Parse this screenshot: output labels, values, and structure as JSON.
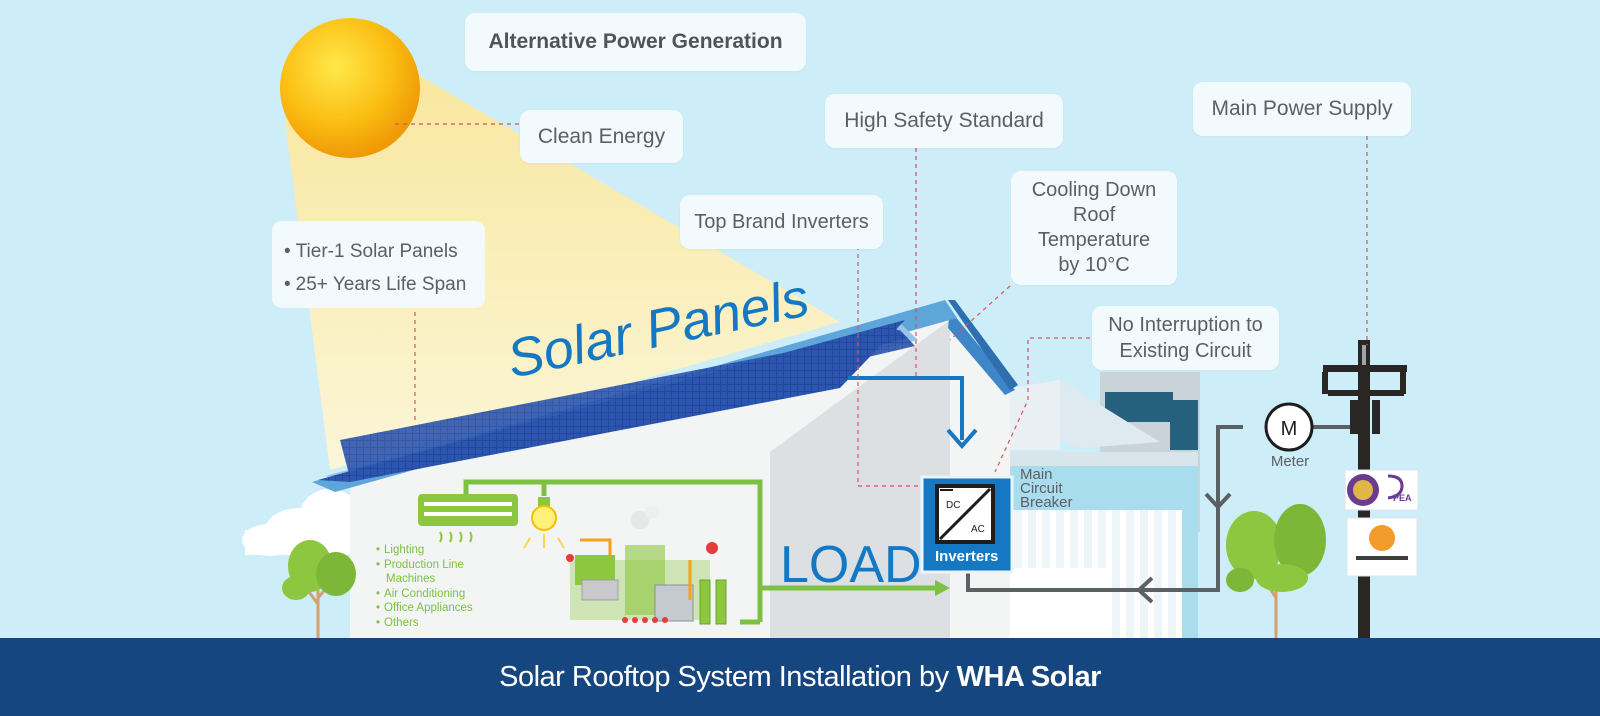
{
  "colors": {
    "sky": "#cdeef8",
    "sun": "#f6b30a",
    "panel_blue": "#1d3f86",
    "roof_blue": "#4f9ad0",
    "accent_blue": "#1478c4",
    "load_green": "#7cc142",
    "grid_gray": "#5b6063",
    "footer_blue": "#164680",
    "callout_bg": "#f3fafd",
    "callout_text": "#5a5f63",
    "dashed_red": "#e0505a"
  },
  "callouts": {
    "alternative_power": "Alternative Power Generation",
    "clean_energy": "Clean Energy",
    "high_safety": "High Safety Standard",
    "main_power_supply": "Main Power Supply",
    "top_brand_inverters": "Top Brand Inverters",
    "cooling": [
      "Cooling Down",
      "Roof",
      "Temperature",
      "by 10°C"
    ],
    "no_interruption": [
      "No Interruption to",
      "Existing Circuit"
    ],
    "panel_features": [
      "Tier-1 Solar Panels",
      "25+ Years Life Span"
    ]
  },
  "labels": {
    "solar_panels": "Solar Panels",
    "load": "LOAD",
    "inverters": "Inverters",
    "dc": "DC",
    "ac": "AC",
    "meter_symbol": "M",
    "meter": "Meter",
    "main_circuit_breaker": [
      "Main",
      "Circuit",
      "Breaker"
    ],
    "pea_logo": "PEA"
  },
  "load_items": [
    "Lighting",
    "Production Line",
    "Machines",
    "Air Conditioning",
    "Office Appliances",
    "Others"
  ],
  "footer": {
    "text": "Solar Rooftop System Installation by",
    "brand": "WHA Solar"
  },
  "icons": [
    "sun-icon",
    "cloud-icon",
    "tree-icon",
    "air-conditioner-icon",
    "light-bulb-icon",
    "machinery-icon",
    "utility-pole-icon",
    "meter-icon",
    "inverter-icon",
    "pea-logo-icon",
    "mea-logo-icon"
  ]
}
